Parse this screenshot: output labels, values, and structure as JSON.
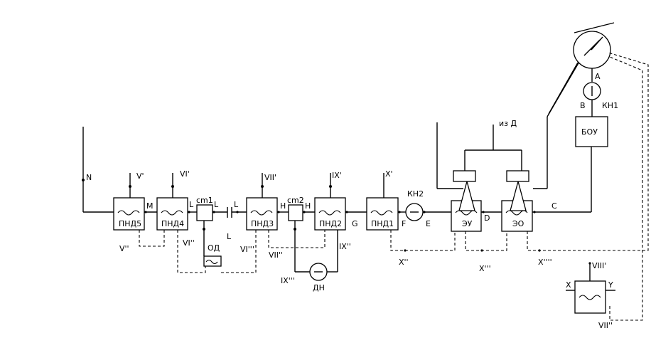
{
  "labels": {
    "N": "N",
    "M": "M",
    "L": "L",
    "H": "H",
    "G": "G",
    "F": "F",
    "E": "E",
    "D": "D",
    "C": "C",
    "B": "B",
    "A": "A",
    "X": "X",
    "Y": "Y",
    "V1": "V'",
    "V2": "V''",
    "VI1": "VI'",
    "VI2": "VI''",
    "VI3": "VI'''",
    "VII1": "VII'",
    "VII2": "VII''",
    "VIII1": "VIII'",
    "VII_bottom": "VII''",
    "IX1": "IX'",
    "IX2": "IX''",
    "IX3": "IX'''",
    "X1": "X'",
    "X2": "X''",
    "X3": "X'''",
    "X4": "X''''",
    "from_D": "из Д"
  },
  "equipment": {
    "pnd5": "ПНД5",
    "pnd4": "ПНД4",
    "pnd3": "ПНД3",
    "pnd2": "ПНД2",
    "pnd1": "ПНД1",
    "ey": "ЭУ",
    "eo": "ЭО",
    "boy": "БОУ",
    "od": "ОД",
    "dn": "ДН",
    "kn1": "КН1",
    "kn2": "КН2",
    "cm1": "cm1",
    "cm2": "cm2"
  }
}
